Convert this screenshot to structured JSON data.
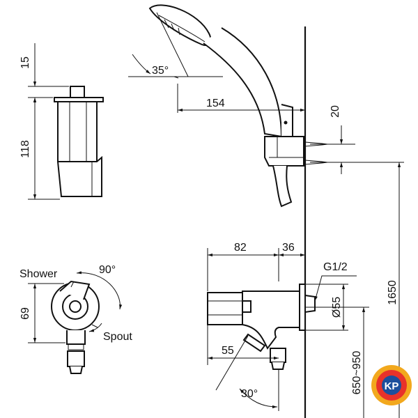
{
  "dimensions": {
    "hook_top": "15",
    "hook_height": "118",
    "reach": "154",
    "angle_head": "35°",
    "hook_gap": "20",
    "total_height": "1650",
    "body_length": "82",
    "body_depth": "36",
    "thread": "G1/2",
    "flange_dia": "Ø55",
    "lever_height": "69",
    "lever_rotation": "90°",
    "spout_offset": "55",
    "spout_angle": "30°",
    "install_range": "650~950"
  },
  "labels": {
    "shower": "Shower",
    "spout": "Spout"
  },
  "logo": {
    "text": "KP",
    "colors": {
      "ring": "#f2a81d",
      "inner": "#e8322a",
      "center": "#1c4f9c"
    }
  }
}
